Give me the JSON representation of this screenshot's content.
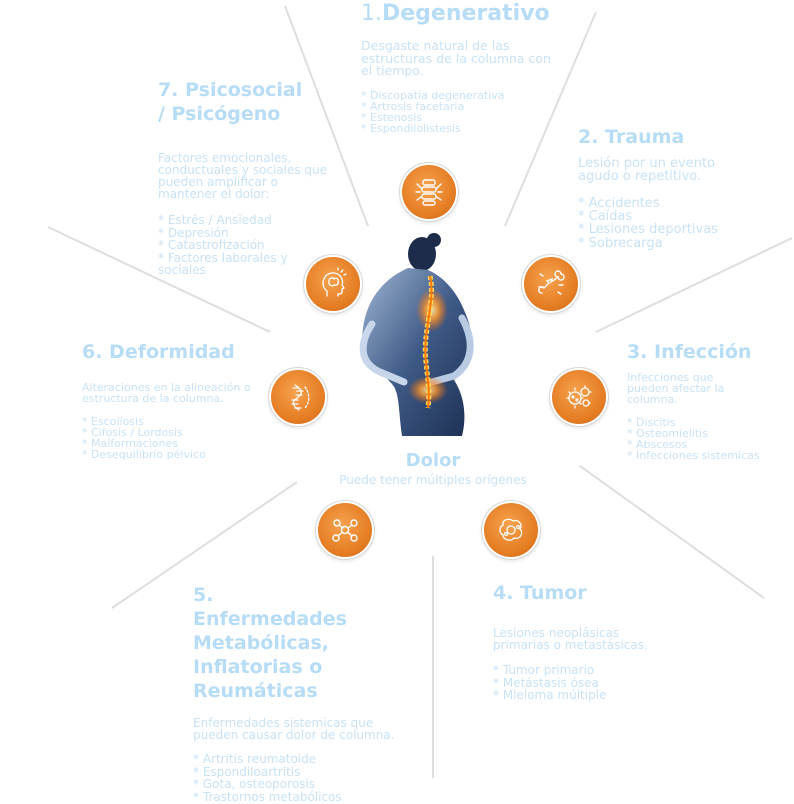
{
  "center": {
    "title": "Dolor",
    "subtitle": "Puede tener múltiples orígenes"
  },
  "categories": [
    {
      "num": "1.",
      "title": "Degenerativo",
      "desc": "Desgaste natural de las estructuras de la columna con el tiempo.",
      "items": [
        "* Discopatía degenerativa",
        "* Artrosis facetaria",
        "* Estenosis",
        "* Espondilolistesis"
      ],
      "icon": "spine-icon"
    },
    {
      "title": "2. Trauma",
      "desc": "Lesión por un evento agudo o repetitivo.",
      "items": [
        "* Accidentes",
        "* Caídas",
        "* Lesiones deportivas",
        "* Sobrecarga"
      ],
      "icon": "broken-bone-icon"
    },
    {
      "title": "3. Infección",
      "desc": "Infecciones que pueden afectar la columna.",
      "items": [
        "* Discitis",
        "* Osteomielitis",
        "* Abscesos",
        "* Infecciones sistemicas"
      ],
      "icon": "microbes-icon"
    },
    {
      "title": "4. Tumor",
      "desc": "Lesiones neoplásicas primarias o metastásicas.",
      "items": [
        "* Tumor primario",
        "* Metástasis ósea",
        "* Mieloma múltiple"
      ],
      "icon": "tumor-cell-icon"
    },
    {
      "title": "5. Enfermedades Metabólicas, Inflatorias o Reumáticas",
      "desc": "Enfermedades sistemicas que pueden causar dolor de columna.",
      "items": [
        "* Artritis reumatoide",
        "* Espondiloartritis",
        "* Gota, osteoporosis",
        "* Trastornos metabólicos"
      ],
      "icon": "molecule-icon"
    },
    {
      "title": "6. Deformidad",
      "desc": "Alteraciones en la alineación o estructura de la columna.",
      "items": [
        "* Escoliosis",
        "* Cifosis / Lordosis",
        "* Malformaciones",
        "* Desequilibrio pélvico"
      ],
      "icon": "curved-spine-icon"
    },
    {
      "title": "7. Psicosocial / Psicógeno",
      "desc": "Factores emocionales, conductuales y sociales que pueden amplificar o mantener el dolor:",
      "items": [
        "* Estrés / Ansiedad",
        "* Depresión",
        "* Catastrofización",
        "* Factores laborales y sociales"
      ],
      "icon": "head-brain-icon"
    }
  ],
  "colors": {
    "accent": "#e8842c",
    "text": "#c8e2f6",
    "heading": "#b7dcf5",
    "ray": "#dcdcdc"
  }
}
